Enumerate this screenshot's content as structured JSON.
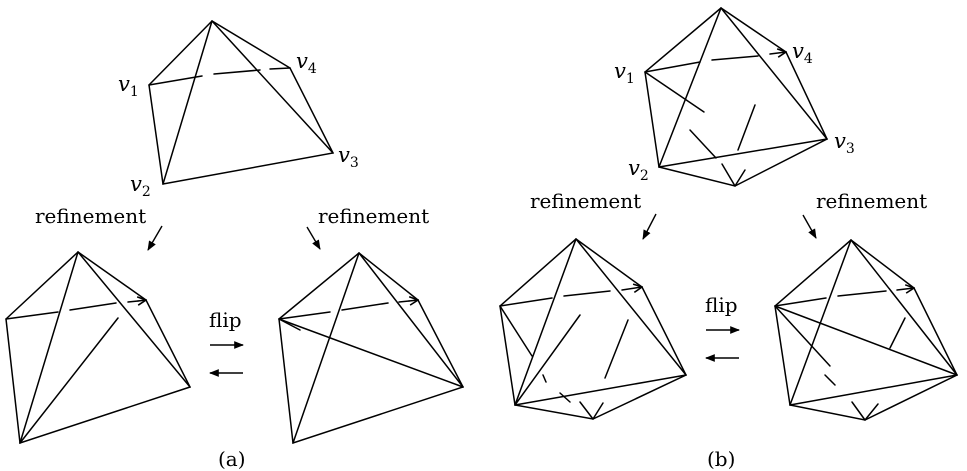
{
  "panel_a": {
    "caption": "(a)",
    "vertex_labels": [
      {
        "base": "v",
        "sub": "1"
      },
      {
        "base": "v",
        "sub": "4"
      },
      {
        "base": "v",
        "sub": "3"
      },
      {
        "base": "v",
        "sub": "2"
      }
    ],
    "refinement_left": "refinement",
    "refinement_right": "refinement",
    "flip": "flip"
  },
  "panel_b": {
    "caption": "(b)",
    "vertex_labels": [
      {
        "base": "v",
        "sub": "1"
      },
      {
        "base": "v",
        "sub": "4"
      },
      {
        "base": "v",
        "sub": "3"
      },
      {
        "base": "v",
        "sub": "2"
      }
    ],
    "refinement_left": "refinement",
    "refinement_right": "refinement",
    "flip": "flip"
  }
}
